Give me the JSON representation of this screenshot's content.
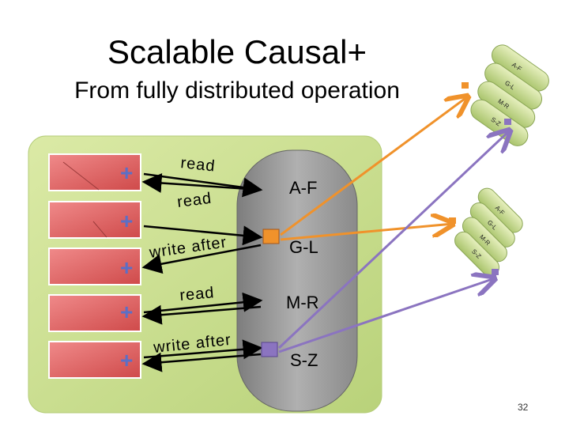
{
  "slide": {
    "title": "Scalable Causal+",
    "subtitle": "From fully distributed operation",
    "page_number": "32"
  },
  "shards": [
    "A-F",
    "G-L",
    "M-R",
    "S-Z"
  ],
  "remote_shards_top": [
    "A-F",
    "G-L",
    "M-R",
    "S-Z"
  ],
  "remote_shards_mid": [
    "A-F",
    "G-L",
    "M-R",
    "S-Z"
  ],
  "operations": [
    "read",
    "read",
    "write after",
    "read",
    "write after"
  ],
  "client_icon": "plus-icon",
  "colors": {
    "datacenter_bg": "#c9df8a",
    "storage_cluster": "#9a9a9a",
    "client_box": "#e06060",
    "orange_marker": "#f0922b",
    "purple_marker": "#8b74c0",
    "plus": "#5b6fc6"
  }
}
